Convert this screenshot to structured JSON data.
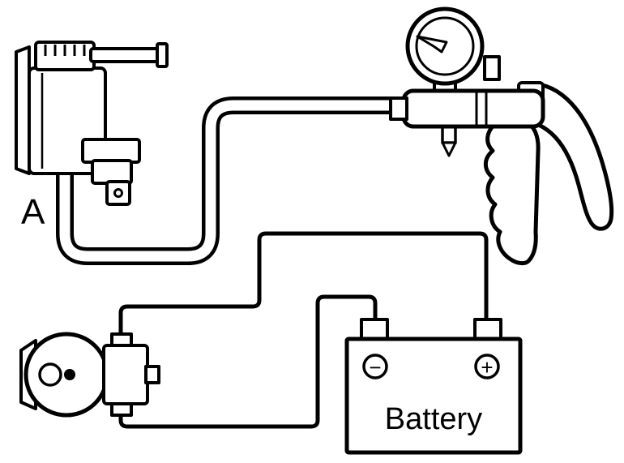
{
  "diagram": {
    "background_color": "#ffffff",
    "line_color": "#000000",
    "labels": {
      "component_a": "A",
      "battery_name": "Battery",
      "negative_symbol": "−",
      "positive_symbol": "+"
    },
    "components": [
      {
        "id": "solenoid-valve",
        "label": "A"
      },
      {
        "id": "hand-vacuum-pump-with-gauge",
        "label": ""
      },
      {
        "id": "vacuum-hose",
        "label": ""
      },
      {
        "id": "sensor-unit",
        "label": ""
      },
      {
        "id": "battery",
        "label": "Battery",
        "terminal_symbols": [
          "−",
          "+"
        ]
      }
    ]
  }
}
